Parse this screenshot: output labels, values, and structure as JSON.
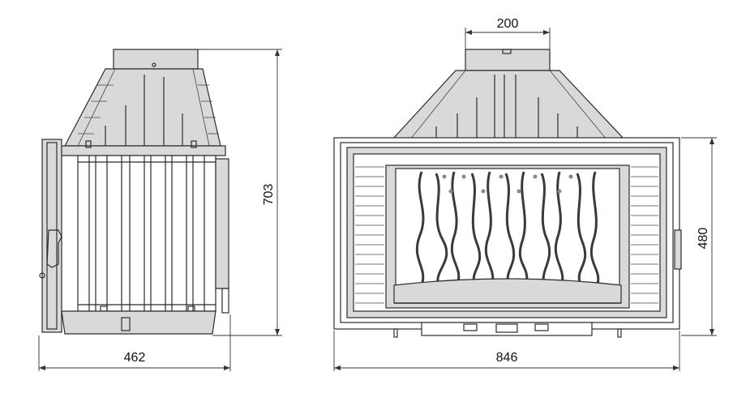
{
  "dimensions": {
    "depth": "462",
    "side_height": "703",
    "flue": "200",
    "front_height": "480",
    "width": "846"
  }
}
